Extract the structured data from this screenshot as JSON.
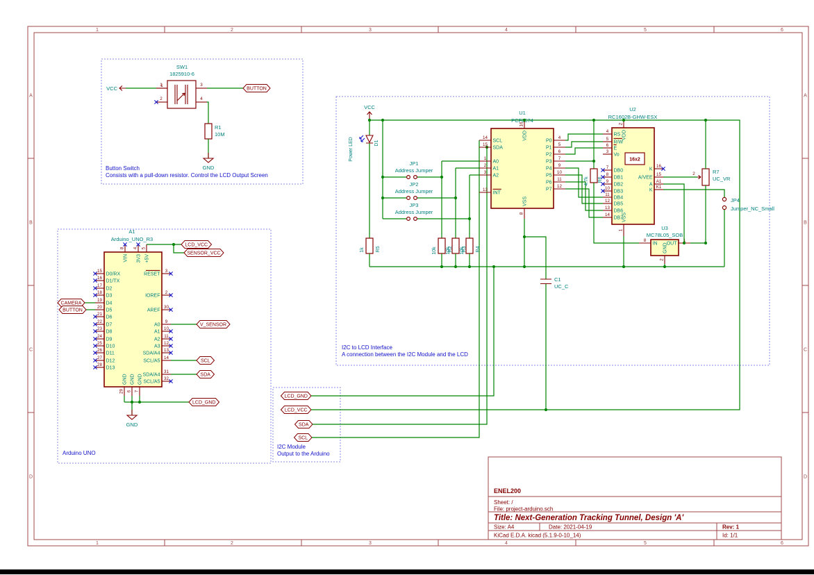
{
  "frame": {
    "columns": [
      "1",
      "2",
      "3",
      "4",
      "5",
      "6"
    ],
    "rows": [
      "A",
      "B",
      "C",
      "D"
    ]
  },
  "title_block": {
    "org": "ENEL200",
    "sheet": "Sheet: /",
    "file": "File: project-arduino.sch",
    "title": "Title: Next-Generation Tracking Tunnel, Design 'A'",
    "size": "Size: A4",
    "date": "Date: 2021-04-19",
    "rev": "Rev: 1",
    "tool": "KiCad E.D.A.  kicad (5.1.9-0-10_14)",
    "id": "Id: 1/1"
  },
  "notes": {
    "button_title": "Button Switch",
    "button_body": "Consists with a pull-down resistor. Control the LCD Output Screen",
    "arduino": "Arduino UNO",
    "i2c_lcd_title": "I2C to LCD Interface",
    "i2c_lcd_body": "A connection between the I2C Module and the LCD",
    "i2c_module_title": "I2C Module",
    "i2c_module_body": "Output to the Arduino"
  },
  "labels": {
    "vcc": "VCC",
    "gnd": "GND",
    "button": "BUTTON",
    "camera": "CAMERA",
    "v_sensor": "V_SENSOR",
    "scl": "SCL",
    "sda": "SDA",
    "lcd_vcc": "LCD_VCC",
    "lcd_gnd": "LCD_GND",
    "sensor_vcc": "SENSOR_VCC"
  },
  "components": {
    "sw1": {
      "ref": "SW1",
      "value": "1825910-6",
      "pins": [
        {
          "num": "1"
        },
        {
          "num": "2"
        },
        {
          "num": "3"
        },
        {
          "num": "4"
        }
      ]
    },
    "r1": {
      "ref": "R1",
      "value": "10M"
    },
    "d1": {
      "ref": "D1",
      "desc": "Power LED"
    },
    "r2": {
      "ref": "R2",
      "value": "10k"
    },
    "r3": {
      "ref": "R3",
      "value": "10k"
    },
    "r4": {
      "ref": "R4",
      "value": "10k"
    },
    "r5": {
      "ref": "R5",
      "value": "1k"
    },
    "r6": {
      "ref": "R6",
      "value": "4.7k"
    },
    "r7": {
      "ref": "R7",
      "value": "UC_VR",
      "pin2": "2"
    },
    "c1": {
      "ref": "C1",
      "value": "UC_C"
    },
    "jp1": {
      "ref": "JP1",
      "value": "Address Jumper"
    },
    "jp2": {
      "ref": "JP2",
      "value": "Address Jumper"
    },
    "jp3": {
      "ref": "JP3",
      "value": "Address Jumper"
    },
    "jp4": {
      "ref": "JP4",
      "value": "Jumper_NC_Small"
    },
    "a1": {
      "ref": "A1",
      "value": "Arduino_UNO_R3",
      "top": [
        {
          "num": "8",
          "name": "VIN",
          "nc": true
        },
        {
          "num": "4",
          "name": "3V3",
          "nc": true
        },
        {
          "num": "5",
          "name": "+5V"
        }
      ],
      "left": [
        {
          "num": "15",
          "name": "D0/RX",
          "nc": true
        },
        {
          "num": "16",
          "name": "D1/TX",
          "nc": true
        },
        {
          "num": "17",
          "name": "D2",
          "nc": true
        },
        {
          "num": "18",
          "name": "D3",
          "nc": true
        },
        {
          "num": "19",
          "name": "D4"
        },
        {
          "num": "20",
          "name": "D5"
        },
        {
          "num": "21",
          "name": "D6",
          "nc": true
        },
        {
          "num": "22",
          "name": "D7",
          "nc": true
        },
        {
          "num": "23",
          "name": "D8",
          "nc": true
        },
        {
          "num": "24",
          "name": "D9",
          "nc": true
        },
        {
          "num": "25",
          "name": "D10",
          "nc": true
        },
        {
          "num": "26",
          "name": "D11",
          "nc": true
        },
        {
          "num": "27",
          "name": "D12",
          "nc": true
        },
        {
          "num": "28",
          "name": "D13",
          "nc": true
        }
      ],
      "right": [
        {
          "num": "3",
          "name": "RESET",
          "nc": true,
          "bar": true
        },
        {
          "num": "2",
          "name": "IOREF",
          "nc": true
        },
        {
          "num": "30",
          "name": "AREF",
          "nc": true
        },
        {
          "num": "9",
          "name": "A0"
        },
        {
          "num": "10",
          "name": "A1",
          "nc": true
        },
        {
          "num": "11",
          "name": "A2",
          "nc": true
        },
        {
          "num": "12",
          "name": "A3",
          "nc": true
        },
        {
          "num": "13",
          "name": "SDA/A4",
          "nc": true
        },
        {
          "num": "14",
          "name": "SCL/A5"
        },
        {
          "num": "31",
          "name": "SDA/A4"
        },
        {
          "num": "32",
          "name": "SCL/A5",
          "nc": true
        }
      ],
      "bottom": [
        {
          "num": "29",
          "name": "GND"
        },
        {
          "num": "6",
          "name": "GND"
        },
        {
          "num": "7",
          "name": "GND"
        }
      ]
    },
    "u1": {
      "ref": "U1",
      "value": "PCF8574",
      "left": [
        {
          "num": "14",
          "name": "SCL"
        },
        {
          "num": "15",
          "name": "SDA"
        },
        {
          "num": "1",
          "name": "A0"
        },
        {
          "num": "2",
          "name": "A1"
        },
        {
          "num": "3",
          "name": "A2"
        },
        {
          "num": "13",
          "name": "INT",
          "bar": true
        }
      ],
      "right": [
        {
          "num": "4",
          "name": "P0"
        },
        {
          "num": "5",
          "name": "P1"
        },
        {
          "num": "6",
          "name": "P2"
        },
        {
          "num": "7",
          "name": "P3"
        },
        {
          "num": "9",
          "name": "P4"
        },
        {
          "num": "10",
          "name": "P5"
        },
        {
          "num": "11",
          "name": "P6"
        },
        {
          "num": "12",
          "name": "P7"
        }
      ],
      "top": {
        "num": "16",
        "name": "VDD"
      },
      "bottom": {
        "num": "8",
        "name": "VSS"
      }
    },
    "u2": {
      "ref": "U2",
      "value": "RC1602B-GHW-ESX",
      "display": "16x2",
      "left": [
        {
          "num": "4",
          "name": "RS"
        },
        {
          "num": "5",
          "name": "R/W",
          "bar": true
        },
        {
          "num": "6",
          "name": "E",
          "bar": true
        },
        {
          "num": "3",
          "name": "Vo"
        },
        {
          "num": "7",
          "name": "DB0",
          "nc": true
        },
        {
          "num": "8",
          "name": "DB1",
          "nc": true
        },
        {
          "num": "9",
          "name": "DB2",
          "nc": true
        },
        {
          "num": "10",
          "name": "DB3",
          "nc": true
        },
        {
          "num": "11",
          "name": "DB4"
        },
        {
          "num": "12",
          "name": "DB5"
        },
        {
          "num": "13",
          "name": "DB6"
        },
        {
          "num": "14",
          "name": "DB7"
        }
      ],
      "right": [
        {
          "num": "16",
          "name": "K",
          "nc": true
        },
        {
          "num": "15",
          "name": "A/VEE"
        },
        {
          "num": "A1",
          "name": "A"
        },
        {
          "num": "K1",
          "name": "K"
        }
      ],
      "top": {
        "num": "2",
        "name": "VDD"
      },
      "bottom": {
        "num": "1",
        "name": "VSS"
      }
    },
    "u3": {
      "ref": "U3",
      "value": "MC78L05_SOB",
      "left": {
        "num": "8",
        "name": "IN"
      },
      "right": {
        "num": "1",
        "name": "OUT"
      },
      "bottom": {
        "num": "2",
        "name": "GND"
      }
    }
  }
}
